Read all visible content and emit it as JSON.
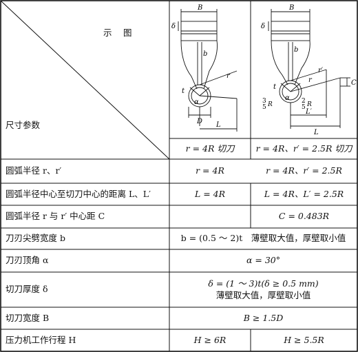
{
  "header": {
    "diagram_label": "示　图",
    "param_label": "尺寸参数",
    "col1_title": "r = 4R 切刀",
    "col2_title": "r = 4R、r′ = 2.5R 切刀"
  },
  "diagram_labels": {
    "B": "B",
    "delta": "δ",
    "b": "b",
    "r": "r",
    "r_prime": "r′",
    "t": "t",
    "alpha": "α",
    "D": "D",
    "L": "L",
    "L_prime": "L′",
    "C": "C",
    "three": "3",
    "two": "2",
    "five": "5",
    "R": "R"
  },
  "rows": [
    {
      "param": "圆弧半径 r、r′",
      "col1": "r = 4R",
      "col2": "r = 4R、r′ = 2.5R"
    },
    {
      "param": "圆弧半径中心至切刀中心的距离 L、L′",
      "col1": "L = 4R",
      "col2": "L = 4R、L′ = 2.5R"
    },
    {
      "param": "圆弧半径 r 与 r′ 中心距 C",
      "col1": "",
      "col2": "C = 0.483R"
    },
    {
      "param": "刀刃尖劈宽度 b",
      "merged": "b = (0.5 ～ 2)t　薄壁取大值，厚壁取小值"
    },
    {
      "param": "刀刃顶角 α",
      "merged": "α = 30°"
    },
    {
      "param": "切刀厚度 δ",
      "merged_line1": "δ = (1 ～ 3)t(δ ≥ 0.5 mm)",
      "merged_line2": "薄壁取大值，厚壁取小值"
    },
    {
      "param": "切刀宽度 B",
      "merged": "B ≥ 1.5D"
    },
    {
      "param": "压力机工作行程 H",
      "col1": "H ≥ 6R",
      "col2": "H ≥ 5.5R"
    }
  ]
}
